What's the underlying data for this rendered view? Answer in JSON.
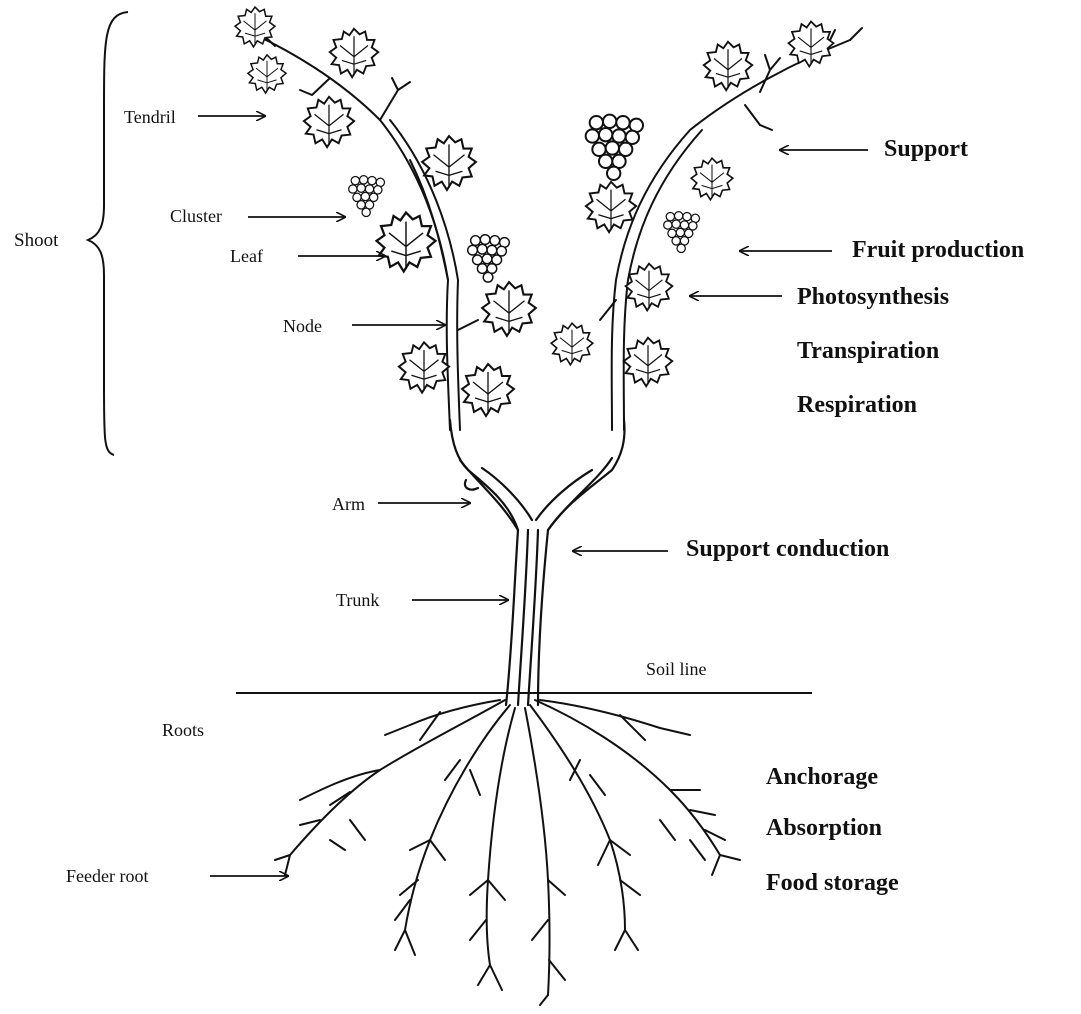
{
  "labels": {
    "shoot": "Shoot",
    "tendril": "Tendril",
    "cluster": "Cluster",
    "leaf": "Leaf",
    "node": "Node",
    "arm": "Arm",
    "trunk": "Trunk",
    "soil_line": "Soil line",
    "roots": "Roots",
    "feeder_root": "Feeder root"
  },
  "functions": {
    "support": "Support",
    "fruit_production": "Fruit production",
    "photosynthesis": "Photosynthesis",
    "transpiration": "Transpiration",
    "respiration": "Respiration",
    "support_conduction": "Support conduction",
    "anchorage": "Anchorage",
    "absorption": "Absorption",
    "food_storage": "Food storage"
  },
  "colors": {
    "ink": "#111111",
    "background": "#ffffff",
    "leaf_fill": "#ffffff"
  }
}
